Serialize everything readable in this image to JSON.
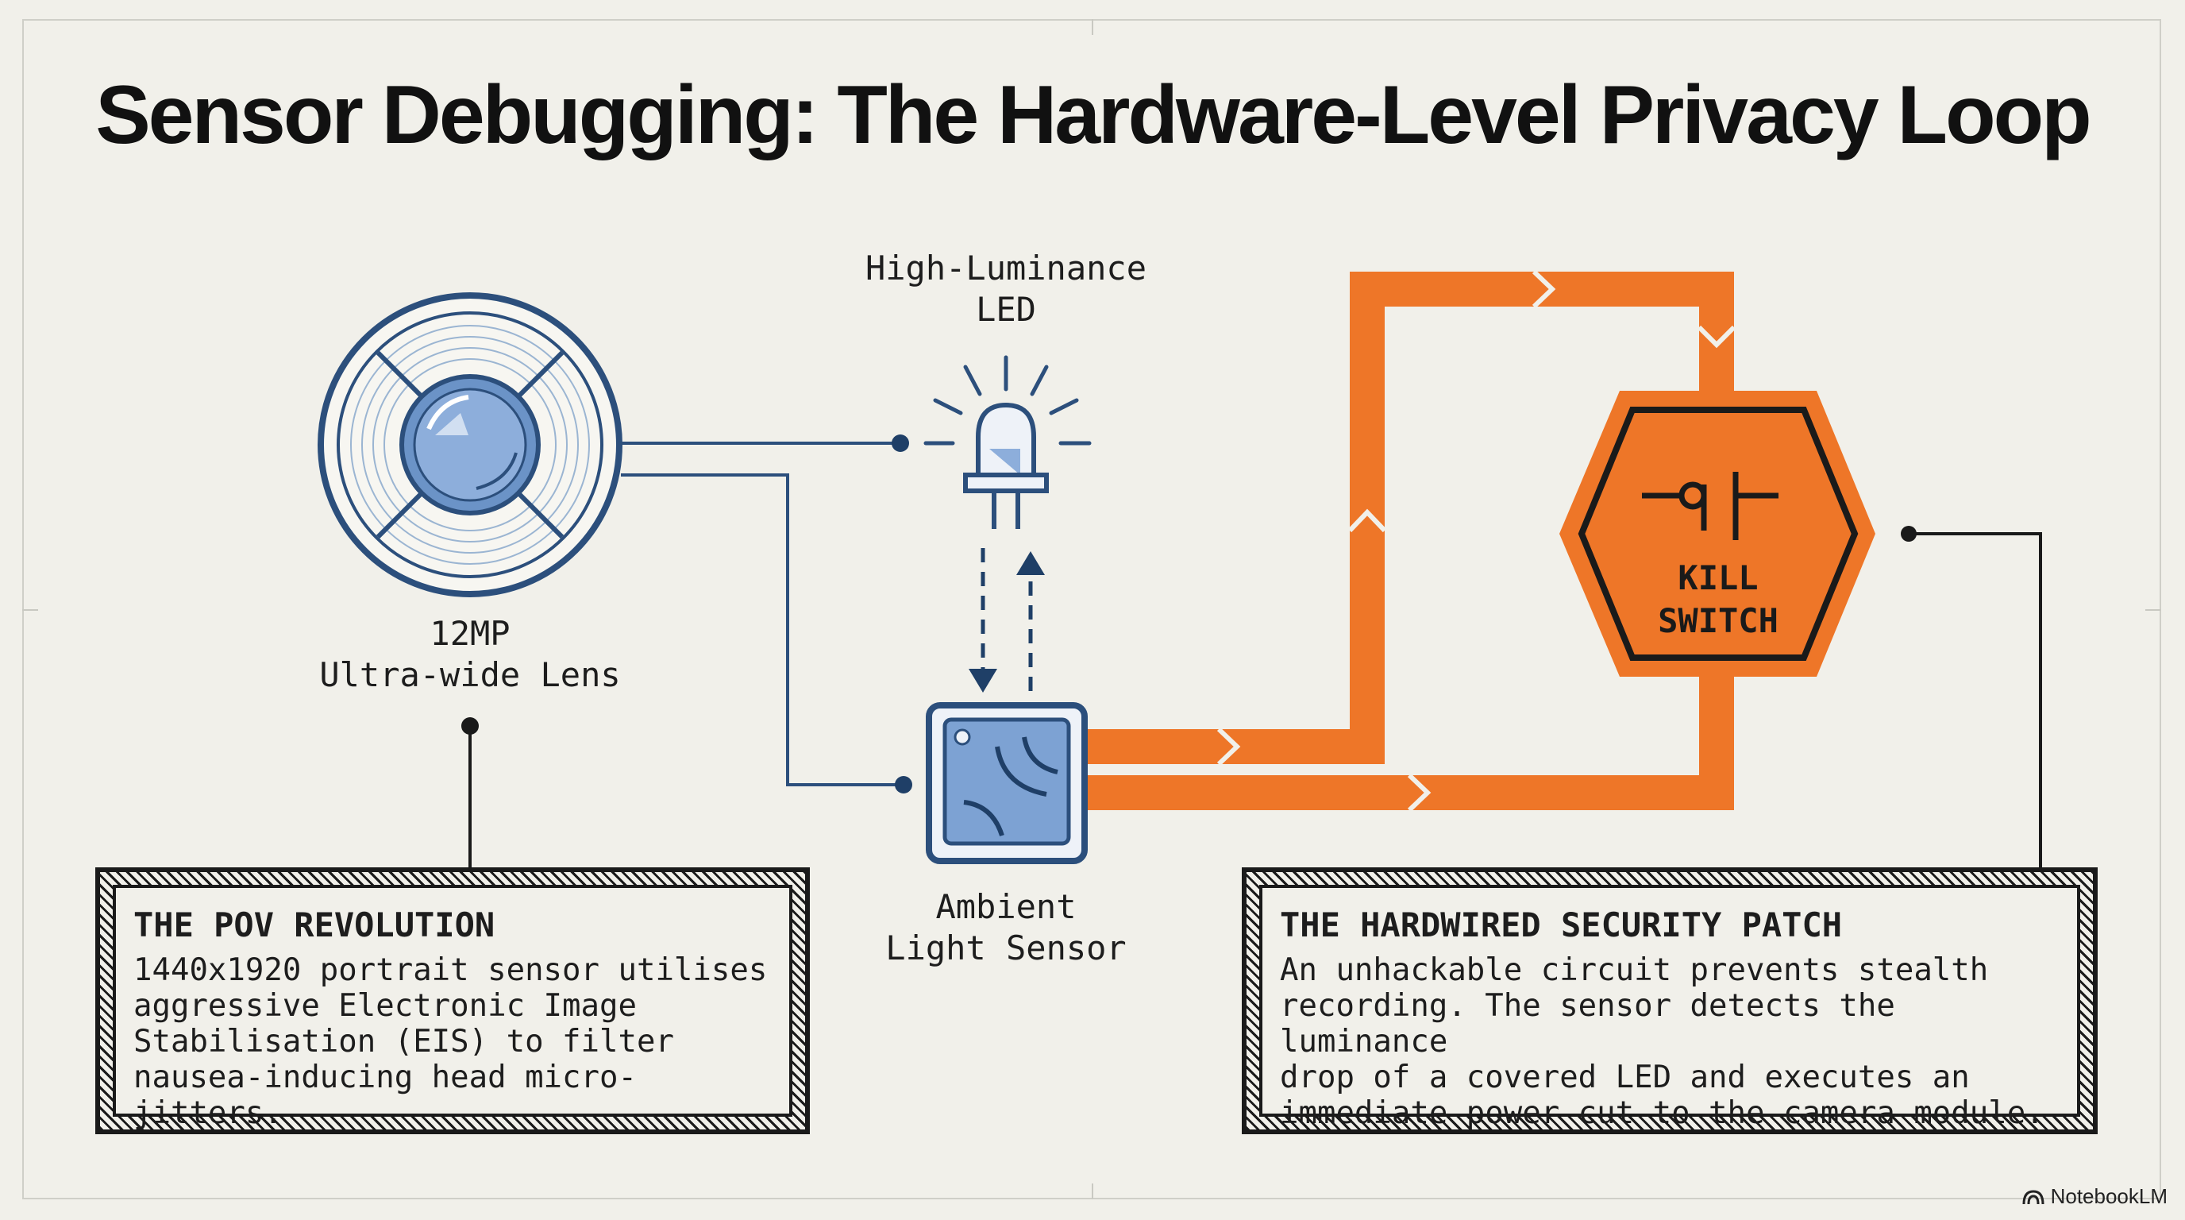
{
  "title": "Sensor Debugging: The Hardware-Level Privacy Loop",
  "components": {
    "led_label": "High-Luminance\nLED",
    "lens_label": "12MP\nUltra-wide Lens",
    "sensor_label": "Ambient\nLight Sensor",
    "kill_switch_label_1": "KILL",
    "kill_switch_label_2": "SWITCH"
  },
  "left_box": {
    "title": "THE POV REVOLUTION",
    "body": "1440x1920 portrait sensor utilises\naggressive Electronic Image\nStabilisation (EIS) to filter\nnausea-inducing head micro-jitters."
  },
  "right_box": {
    "title": "THE HARDWIRED SECURITY PATCH",
    "body": "An unhackable circuit prevents stealth\nrecording. The sensor detects the luminance\ndrop of a covered LED and executes an\nimmediate power cut to the camera module."
  },
  "branding": "NotebookLM",
  "colors": {
    "orange": "#ee7628",
    "blue": "#4a78ad",
    "light_blue": "#a9c4e6",
    "ink": "#1a1a1a"
  }
}
